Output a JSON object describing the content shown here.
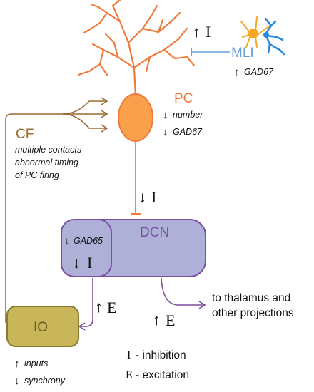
{
  "colors": {
    "pc": "#f07a3a",
    "pc_fill": "#f9a04d",
    "cf": "#9a6a2e",
    "mli": "#6a9fd8",
    "mli_dendrite_blue": "#2a8ae0",
    "mli_body_orange": "#f5a623",
    "dcn_fill": "#aeb0d8",
    "dcn_stroke": "#7a4fa3",
    "io_fill": "#c9b55a",
    "io_stroke": "#8a7a2c",
    "purple_arrow": "#7d4f9e",
    "text": "#111111"
  },
  "labels": {
    "mli": "MLI",
    "mli_gad": "GAD67",
    "mli_inhibition": "I",
    "pc": "PC",
    "pc_number": "number",
    "pc_gad": "GAD67",
    "cf": "CF",
    "cf_line1": "multiple contacts",
    "cf_line2": "abnormal timing",
    "cf_line3": "of PC firing",
    "pc_to_dcn": "I",
    "dcn": "DCN",
    "dcn_gad": "GAD65",
    "dcn_inner": "I",
    "io_to_dcn": "E",
    "dcn_out": "E",
    "projection_line1": "to thalamus and",
    "projection_line2": "other projections",
    "io": "IO",
    "io_inputs": "inputs",
    "io_synchrony": "synchrony",
    "legend_i_symbol": "I",
    "legend_i_text": "- inhibition",
    "legend_e_symbol": "E",
    "legend_e_text": "- excitation",
    "up_arrow": "↑",
    "down_arrow": "↓"
  }
}
